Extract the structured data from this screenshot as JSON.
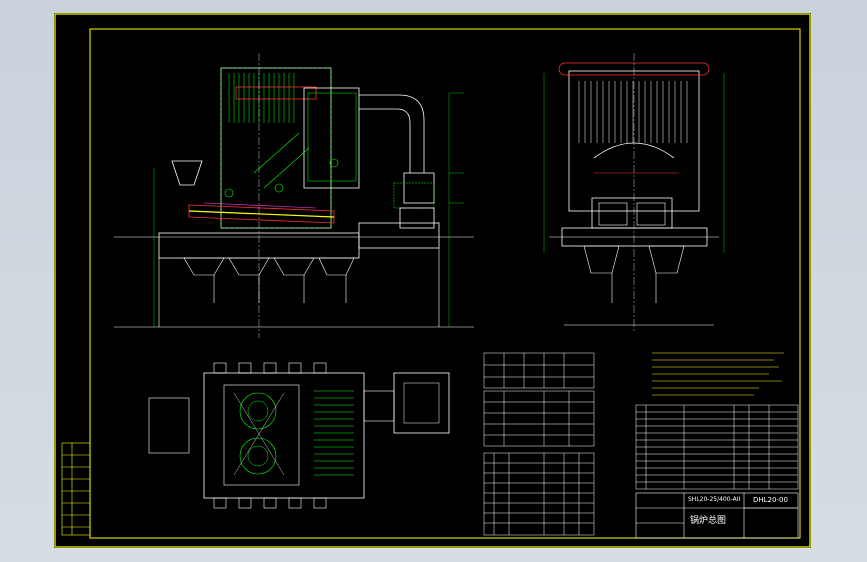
{
  "title_block": {
    "drawing_name": "锅炉总图",
    "drawing_number": "DHL20-00",
    "model_code": "SHL20-25/400-AII"
  },
  "colors": {
    "background": "#000000",
    "frame": "#ffff00",
    "main_line": "#ffffff",
    "green_line": "#00ff00",
    "red_line": "#ff3030",
    "cyan_line": "#00ffff",
    "magenta_line": "#ff40ff"
  }
}
